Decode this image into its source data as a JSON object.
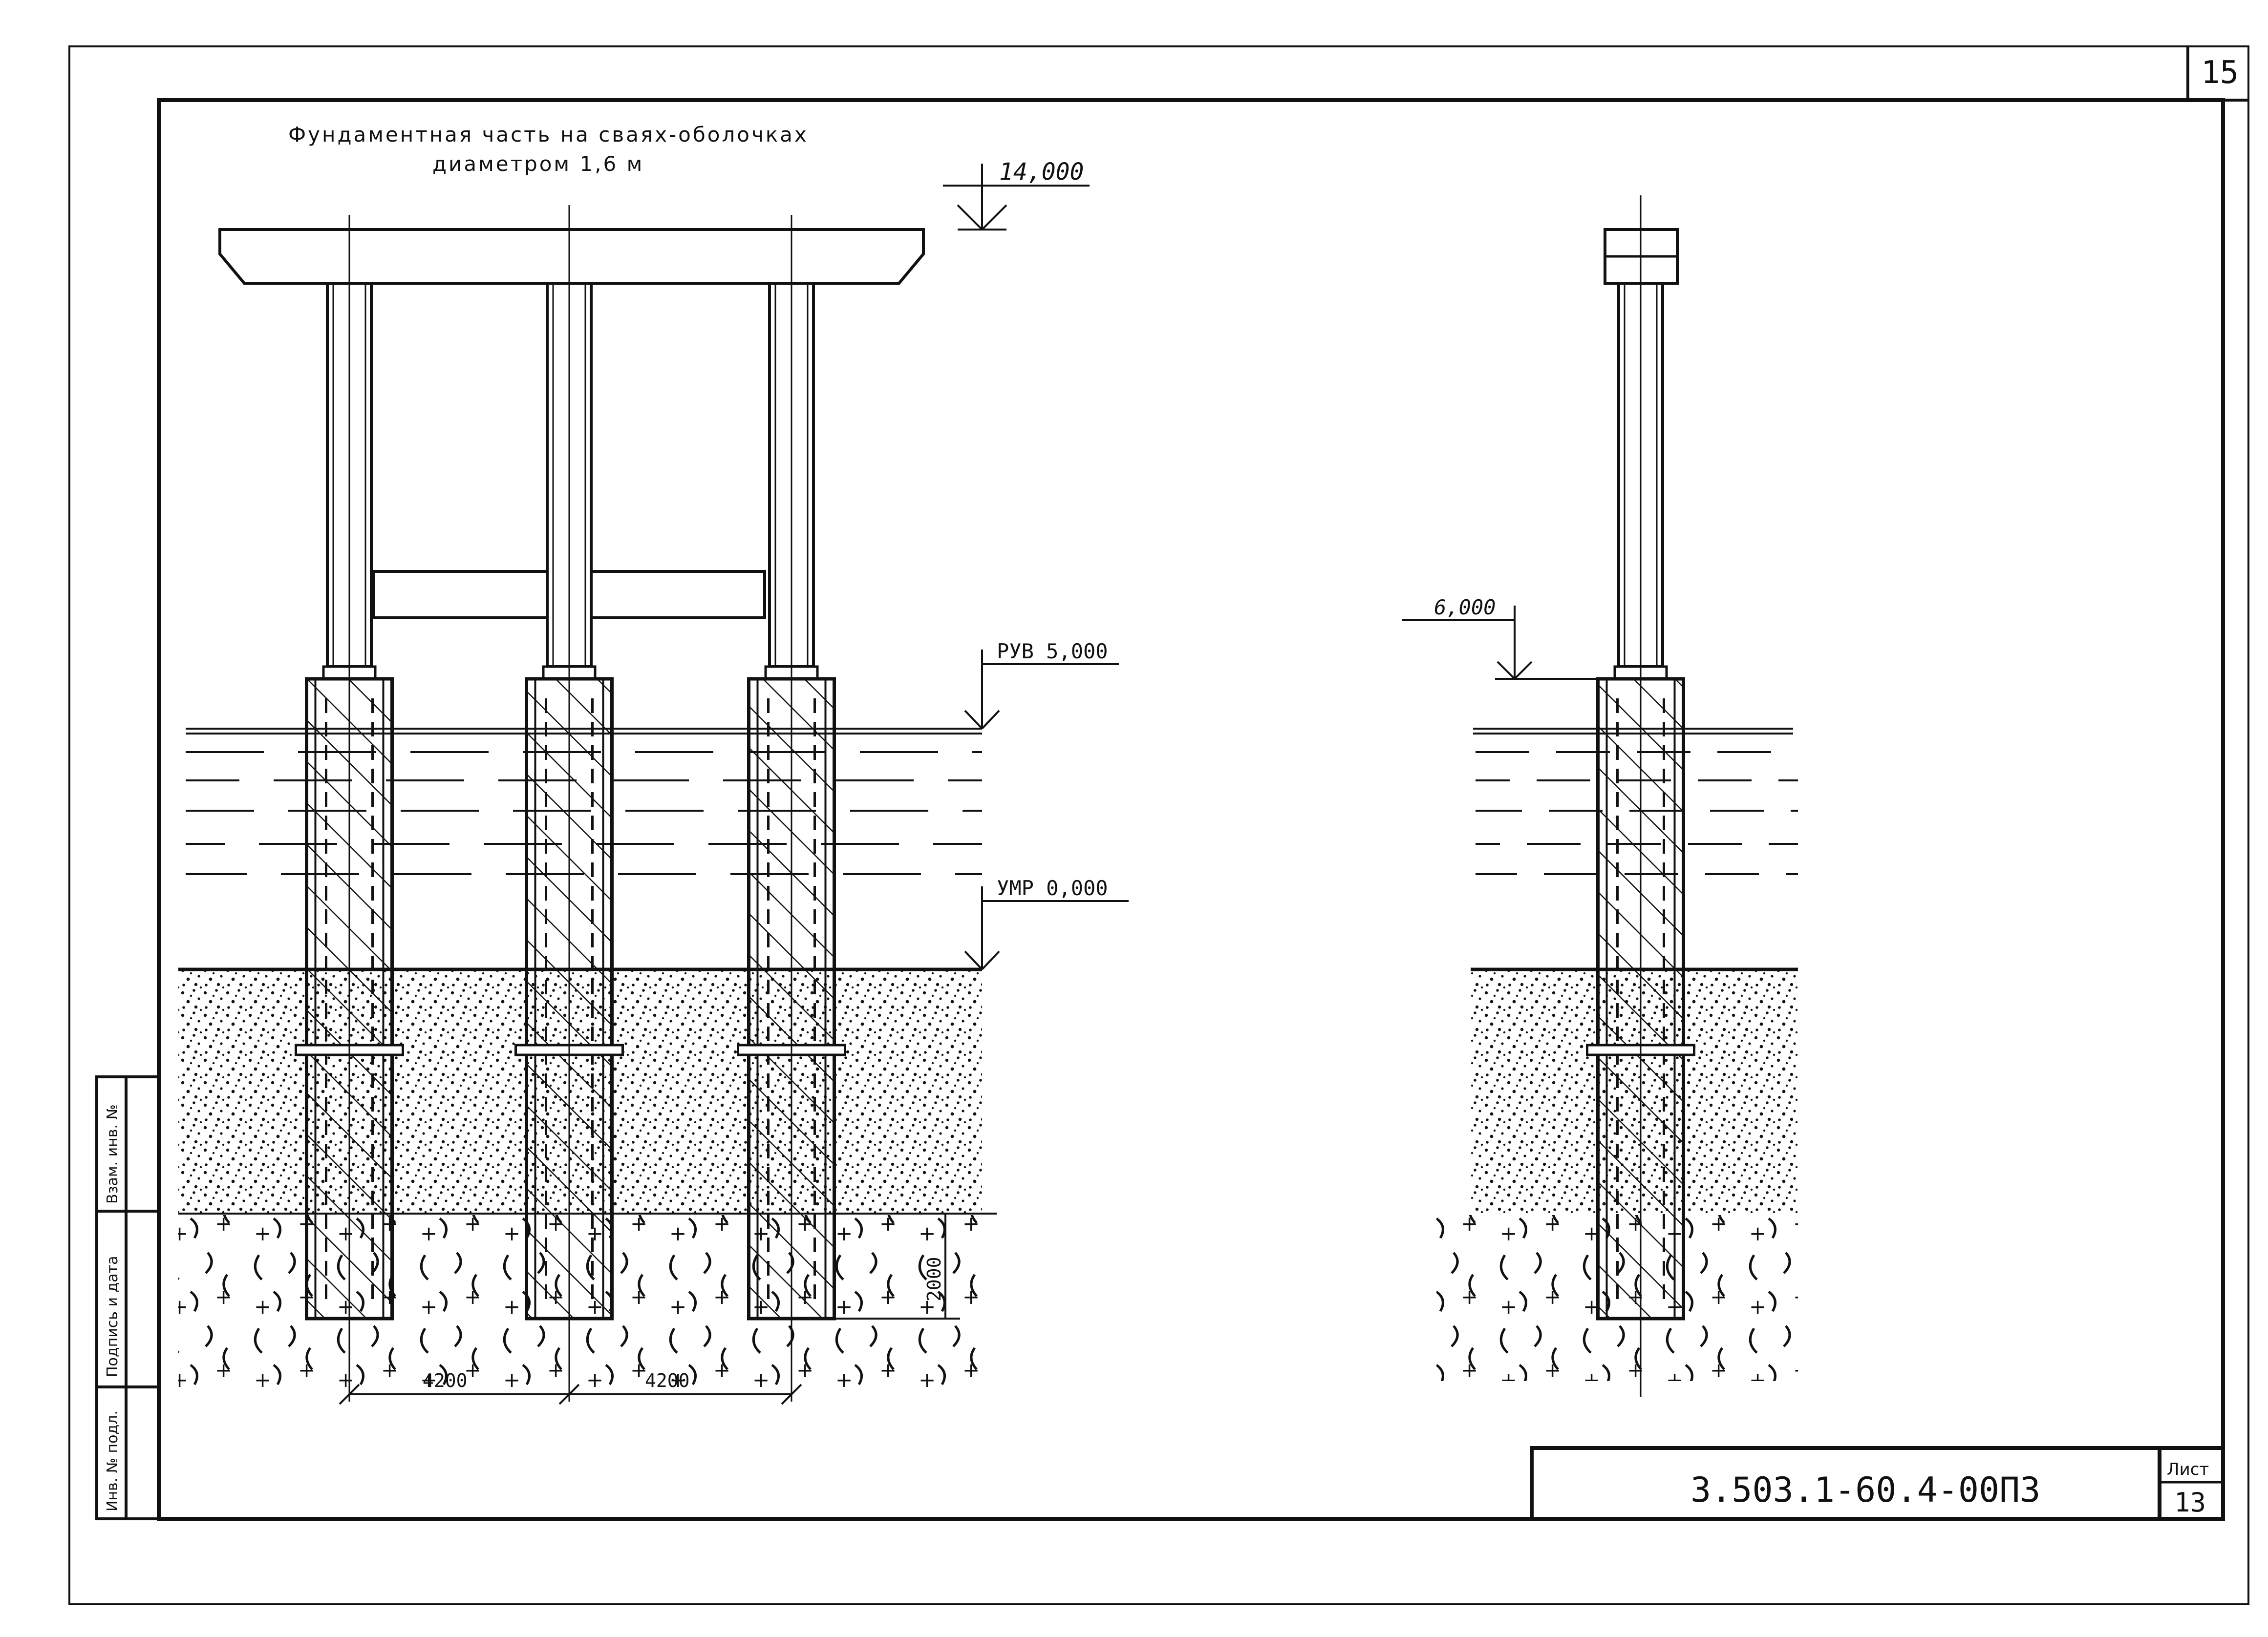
{
  "drawing": {
    "title_line1": "Фундаментная часть на сваях-оболочках",
    "title_line2": "диаметром 1,6 м",
    "sheet_number_top": "15",
    "elevation_top": "14,000",
    "elevation_side": "6,000",
    "level_high": "РУВ 5,000",
    "level_low": "УМР 0,000",
    "dim_depth": "2000",
    "dim_spacing_left": "4200",
    "dim_spacing_right": "4200"
  },
  "stamp": {
    "doc_code": "3.503.1-60.4-00ПЗ",
    "sheet_label": "Лист",
    "sheet_value": "13"
  },
  "side_stamp": {
    "inv_original": "Инв. № подл.",
    "sign_date": "Подпись и дата",
    "replace_inv": "Взам. инв. №"
  }
}
